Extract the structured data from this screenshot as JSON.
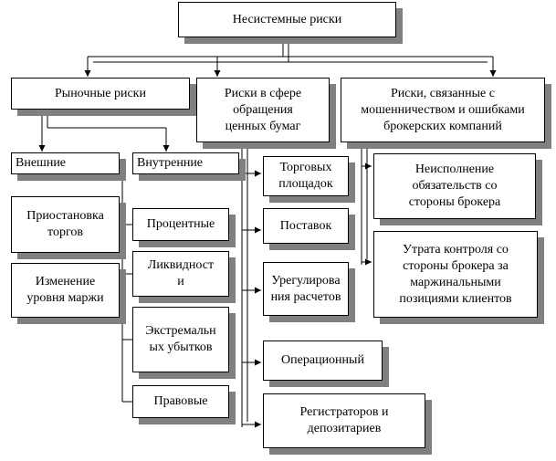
{
  "root": {
    "label": "Несистемные риски"
  },
  "market": {
    "label": "Рыночные риски",
    "external": {
      "label": "Внешние",
      "items": [
        "Приостановка торгов",
        "Изменение уровня маржи"
      ]
    },
    "internal": {
      "label": "Внутренние",
      "items": [
        "Процентные",
        "Ликвидност\nи",
        "Экстремальн\nых убытков",
        "Правовые"
      ]
    }
  },
  "securities": {
    "label": "Риски в сфере\nобращения\nценных бумаг",
    "items": [
      "Торговых\nплощадок",
      "Поставок",
      "Урегулирова\nния расчетов",
      "Операционный",
      "Регистраторов и\nдепозитариев"
    ]
  },
  "fraud": {
    "label": "Риски, связанные с\nмошенничеством и ошибками\nброкерских компаний",
    "items": [
      "Неисполнение\nобязательств со\nстороны брокера",
      "Утрата контроля со\nстороны брокера за\nмаржинальными\nпозициями клиентов"
    ]
  }
}
